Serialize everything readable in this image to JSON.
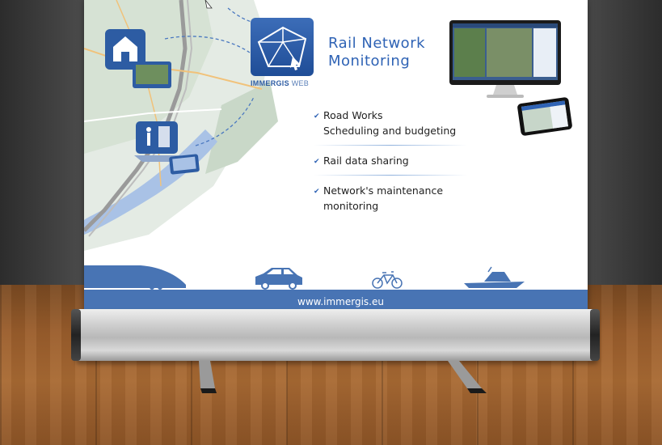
{
  "headline": {
    "line1": "Rail Network",
    "line2": "Monitoring"
  },
  "brand": {
    "strong": "IMMERGIS",
    "light": " WEB"
  },
  "features": [
    {
      "line1": "Road Works",
      "line2": "Scheduling and budgeting"
    },
    {
      "line1": "Rail data sharing",
      "line2": ""
    },
    {
      "line1": "Network's maintenance",
      "line2": "monitoring"
    }
  ],
  "footer": {
    "url": "www.immergis.eu"
  },
  "colors": {
    "accent": "#2f63b5",
    "footer": "#4874b4",
    "icon": "#2d5ca3"
  },
  "icons": [
    "home-office-icon",
    "worker-icon",
    "immergis-logo-icon",
    "train-icon",
    "car-icon",
    "bicycle-icon",
    "boat-icon",
    "check-icon"
  ]
}
